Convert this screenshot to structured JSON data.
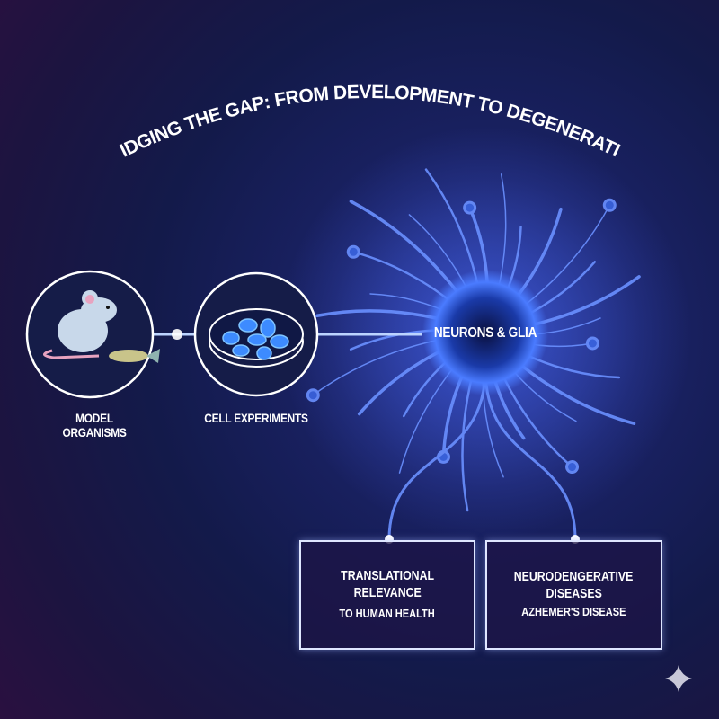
{
  "title": "BRIDGING THE GAP: FROM DEVELOPMENT TO DEGENERATION",
  "nodes": {
    "model_organisms": "MODEL ORGANISMS",
    "cell_experiments": "CELL EXPERIMENTS",
    "center": "NEURONS & GLIA"
  },
  "boxes": [
    {
      "line1": "TRANSLATIONAL",
      "line2": "RELEVANCE",
      "line3": "TO HUMAN HEALTH"
    },
    {
      "line1": "NEURODENGERATIVE",
      "line2": "DISEASES",
      "line3": "AZHEMER'S DISEASE"
    }
  ],
  "colors": {
    "accent": "#4a7bff",
    "glow": "#9fc0ff",
    "background": "#131a4a"
  }
}
